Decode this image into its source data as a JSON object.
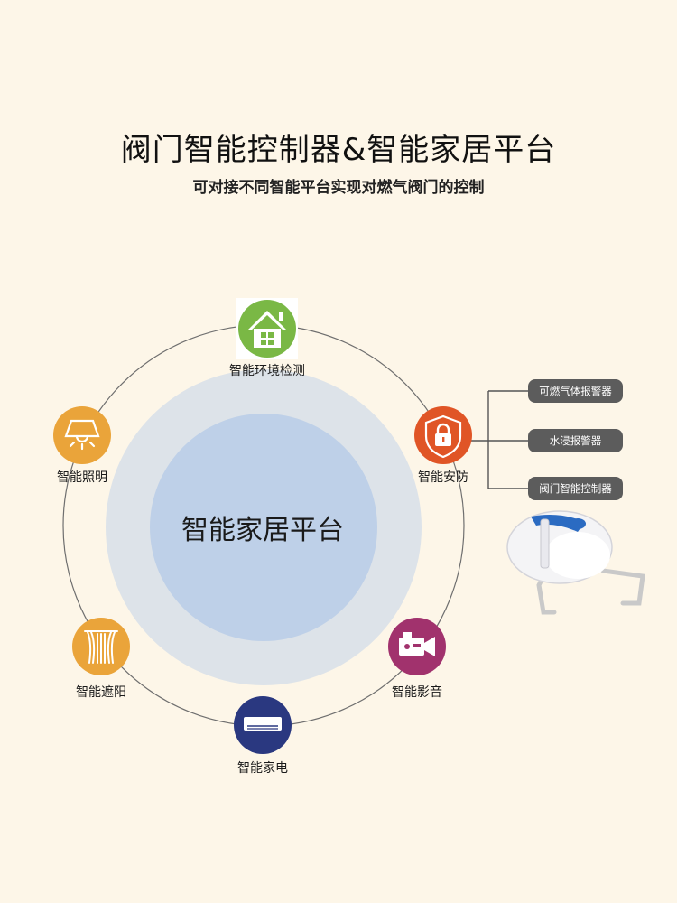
{
  "header": {
    "title": "阀门智能控制器&智能家居平台",
    "subtitle": "可对接不同智能平台实现对燃气阀门的控制"
  },
  "center": {
    "label": "智能家居平台"
  },
  "nodes": {
    "env": {
      "label": "智能环境检测",
      "icon": "house-icon",
      "color": "#7ab845"
    },
    "security": {
      "label": "智能安防",
      "icon": "lock-shield-icon",
      "color": "#e05526"
    },
    "lighting": {
      "label": "智能照明",
      "icon": "ceiling-lamp-icon",
      "color": "#eaa43a"
    },
    "shade": {
      "label": "智能遮阳",
      "icon": "curtain-icon",
      "color": "#eaa43a"
    },
    "av": {
      "label": "智能影音",
      "icon": "video-camera-icon",
      "color": "#a1326d"
    },
    "appliance": {
      "label": "智能家电",
      "icon": "air-conditioner-icon",
      "color": "#2a3880"
    }
  },
  "security_devices": [
    "可燃气体报警器",
    "水浸报警器",
    "阀门智能控制器"
  ]
}
